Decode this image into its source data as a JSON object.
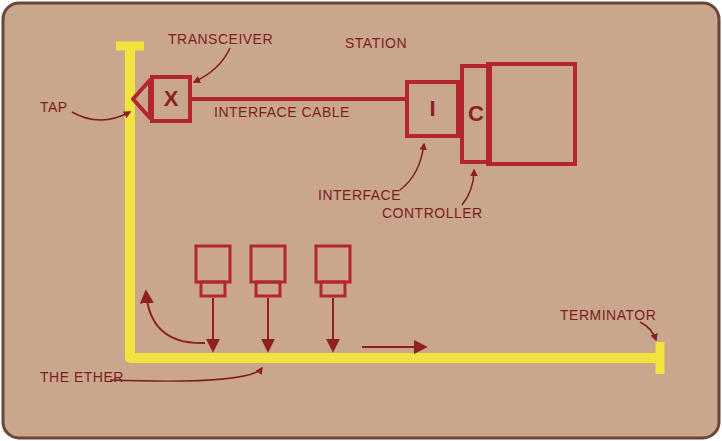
{
  "diagram": {
    "nodes": [
      {
        "text": [
          "X"
        ]
      },
      {
        "text": [
          "I"
        ]
      },
      {
        "text": [
          "C"
        ]
      }
    ],
    "edges": [
      {
        "from": 0,
        "to": 1,
        "arrow": "none",
        "label": "INTERFACE CABLE"
      }
    ],
    "labels": [
      "STATION",
      "TRANSCEIVER",
      "TAP",
      "INTERFACE",
      "CONTROLLER",
      "TERMINATOR",
      "THE ETHER"
    ]
  }
}
